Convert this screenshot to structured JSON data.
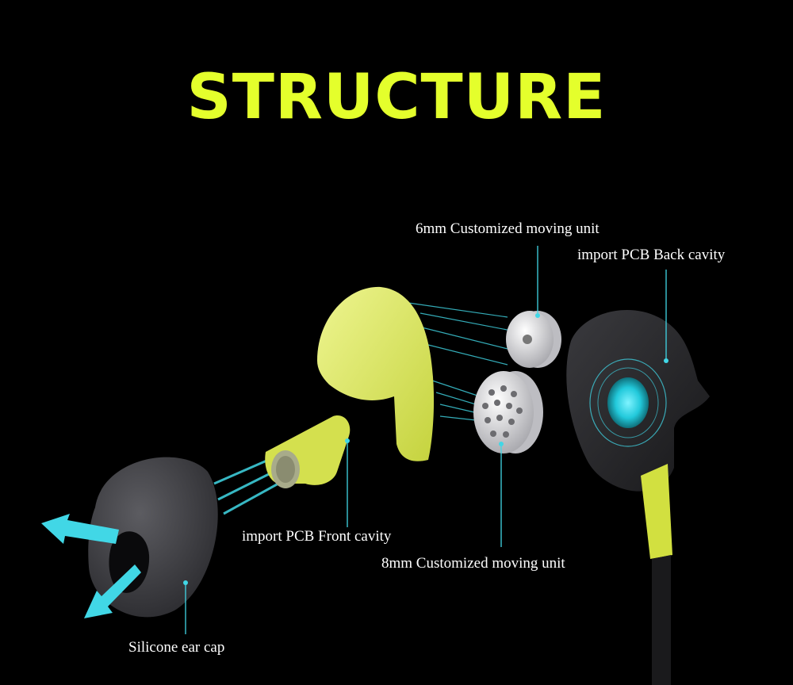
{
  "title": "STRUCTURE",
  "labels": {
    "unit_6mm": "6mm Customized moving unit",
    "back_cavity": "import PCB Back cavity",
    "front_cavity": "import PCB Front cavity",
    "unit_8mm": "8mm Customized moving unit",
    "ear_cap": "Silicone ear cap"
  },
  "colors": {
    "background": "#000000",
    "title": "#e4ff2c",
    "accent_cyan": "#41d7e6",
    "shell_yellow": "#e0ec6a",
    "cap_gray": "#4a4a4e"
  }
}
